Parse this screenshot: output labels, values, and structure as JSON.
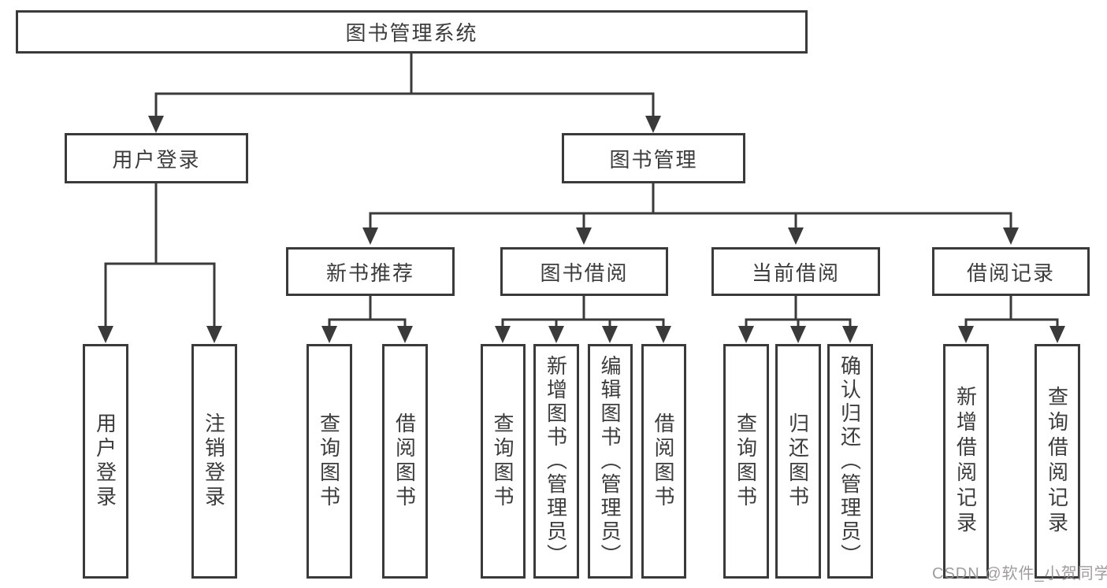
{
  "diagram": {
    "type": "hierarchy-tree",
    "watermark": "CSDN @软件_小贺同学",
    "colors": {
      "line": "#3a3a3a",
      "box_border": "#3a3a3a",
      "box_background": "#ffffff",
      "text": "#3c3c3c",
      "watermark": "#989494",
      "page_background": "#ffffff"
    }
  },
  "nodes": {
    "root": "图书管理系统",
    "user_login": "用户登录",
    "book_mgmt": "图书管理",
    "new_book_rec": "新书推荐",
    "book_borrow": "图书借阅",
    "current_borrow": "当前借阅",
    "borrow_records": "借阅记录",
    "leaf_user_login": "用户登录",
    "leaf_logout": "注销登录",
    "leaf_nbr_query_books": "查询图书",
    "leaf_nbr_borrow_books": "借阅图书",
    "leaf_bb_query_books": "查询图书",
    "leaf_bb_add_books": "新增图书（管理员）",
    "leaf_bb_edit_books": "编辑图书（管理员）",
    "leaf_bb_borrow_books": "借阅图书",
    "leaf_cb_query_books": "查询图书",
    "leaf_cb_return_books": "归还图书",
    "leaf_cb_confirm_return": "确认归还（管理员）",
    "leaf_br_add_record": "新增借阅记录",
    "leaf_br_query_record": "查询借阅记录"
  },
  "hierarchy": {
    "图书管理系统": {
      "用户登录": [
        "用户登录",
        "注销登录"
      ],
      "图书管理": {
        "新书推荐": [
          "查询图书",
          "借阅图书"
        ],
        "图书借阅": [
          "查询图书",
          "新增图书（管理员）",
          "编辑图书（管理员）",
          "借阅图书"
        ],
        "当前借阅": [
          "查询图书",
          "归还图书",
          "确认归还（管理员）"
        ],
        "借阅记录": [
          "新增借阅记录",
          "查询借阅记录"
        ]
      }
    }
  }
}
